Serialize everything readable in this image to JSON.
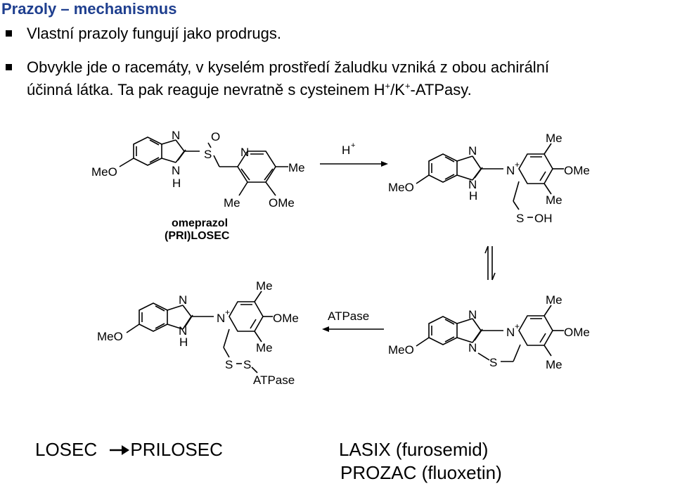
{
  "title": "Prazoly – mechanismus",
  "bullets": [
    {
      "text": "Vlastní prazoly fungují jako prodrugs."
    },
    {
      "line1": "Obvykle jde o racemáty, v kyselém prostředí žaludku vzniká z obou achirální",
      "line2_part1": "účinná látka. Ta pak reaguje nevratně s cysteinem H",
      "sup1": "+",
      "line2_part2": "/K",
      "sup2": "+",
      "line2_part3": "-ATPasy."
    }
  ],
  "atoms": {
    "n": "N",
    "h": "H",
    "s": "S",
    "o": "O",
    "me": "Me",
    "ome": "OMe",
    "meo": "MeO",
    "oh": "OH",
    "nplus": "N",
    "plus": "+",
    "atpase": "ATPase"
  },
  "omeprazol": {
    "name": "omeprazol",
    "brand": "(PRI)LOSEC"
  },
  "arrows": {
    "h_plus": "H",
    "h_plus_sign": "+",
    "atpase_label": "ATPase"
  },
  "footer": {
    "losec": "LOSEC",
    "prilosec": "PRILOSEC",
    "lasix": "LASIX (furosemid)",
    "prozac": "PROZAC (fluoxetin)"
  },
  "colors": {
    "title": "#1f3f8f"
  }
}
